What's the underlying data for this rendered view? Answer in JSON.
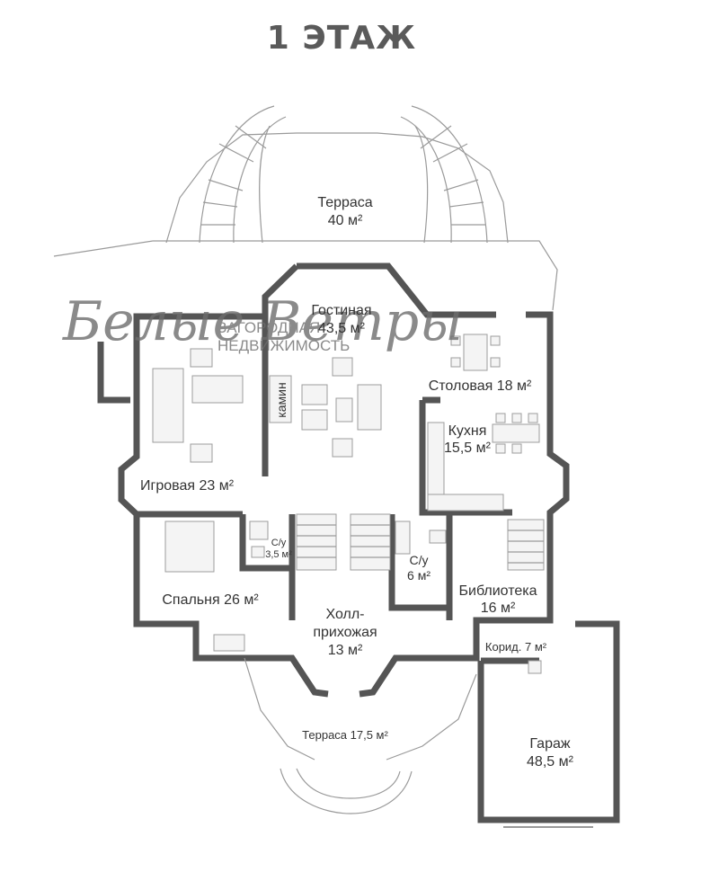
{
  "title": "1 ЭТАЖ",
  "watermark": {
    "logo_text": "Белые Ветры",
    "tagline_line1": "ЗАГОРОДНАЯ",
    "tagline_line2": "НЕДВИЖИМОСТЬ"
  },
  "rooms": {
    "terrace_top_name": "Терраса",
    "terrace_top_area": "40 м²",
    "living_name": "Гостиная",
    "living_area": "43,5 м²",
    "dining": "Столовая 18 м²",
    "kitchen_name": "Кухня",
    "kitchen_area": "15,5 м²",
    "fireplace": "камин",
    "playroom": "Игровая 23 м²",
    "wc1_name": "С/у",
    "wc1_area": "3,5 м²",
    "bedroom": "Спальня 26 м²",
    "hall_line1": "Холл-",
    "hall_line2": "прихожая",
    "hall_area": "13 м²",
    "wc2_name": "С/у",
    "wc2_area": "6 м²",
    "library_name": "Библиотека",
    "library_area": "16 м²",
    "corridor": "Корид. 7 м²",
    "terrace_bottom": "Терраса 17,5 м²",
    "garage_name": "Гараж",
    "garage_area": "48,5 м²"
  },
  "colors": {
    "walls": "#555555",
    "title": "#5a5a5a",
    "background": "#ffffff"
  }
}
